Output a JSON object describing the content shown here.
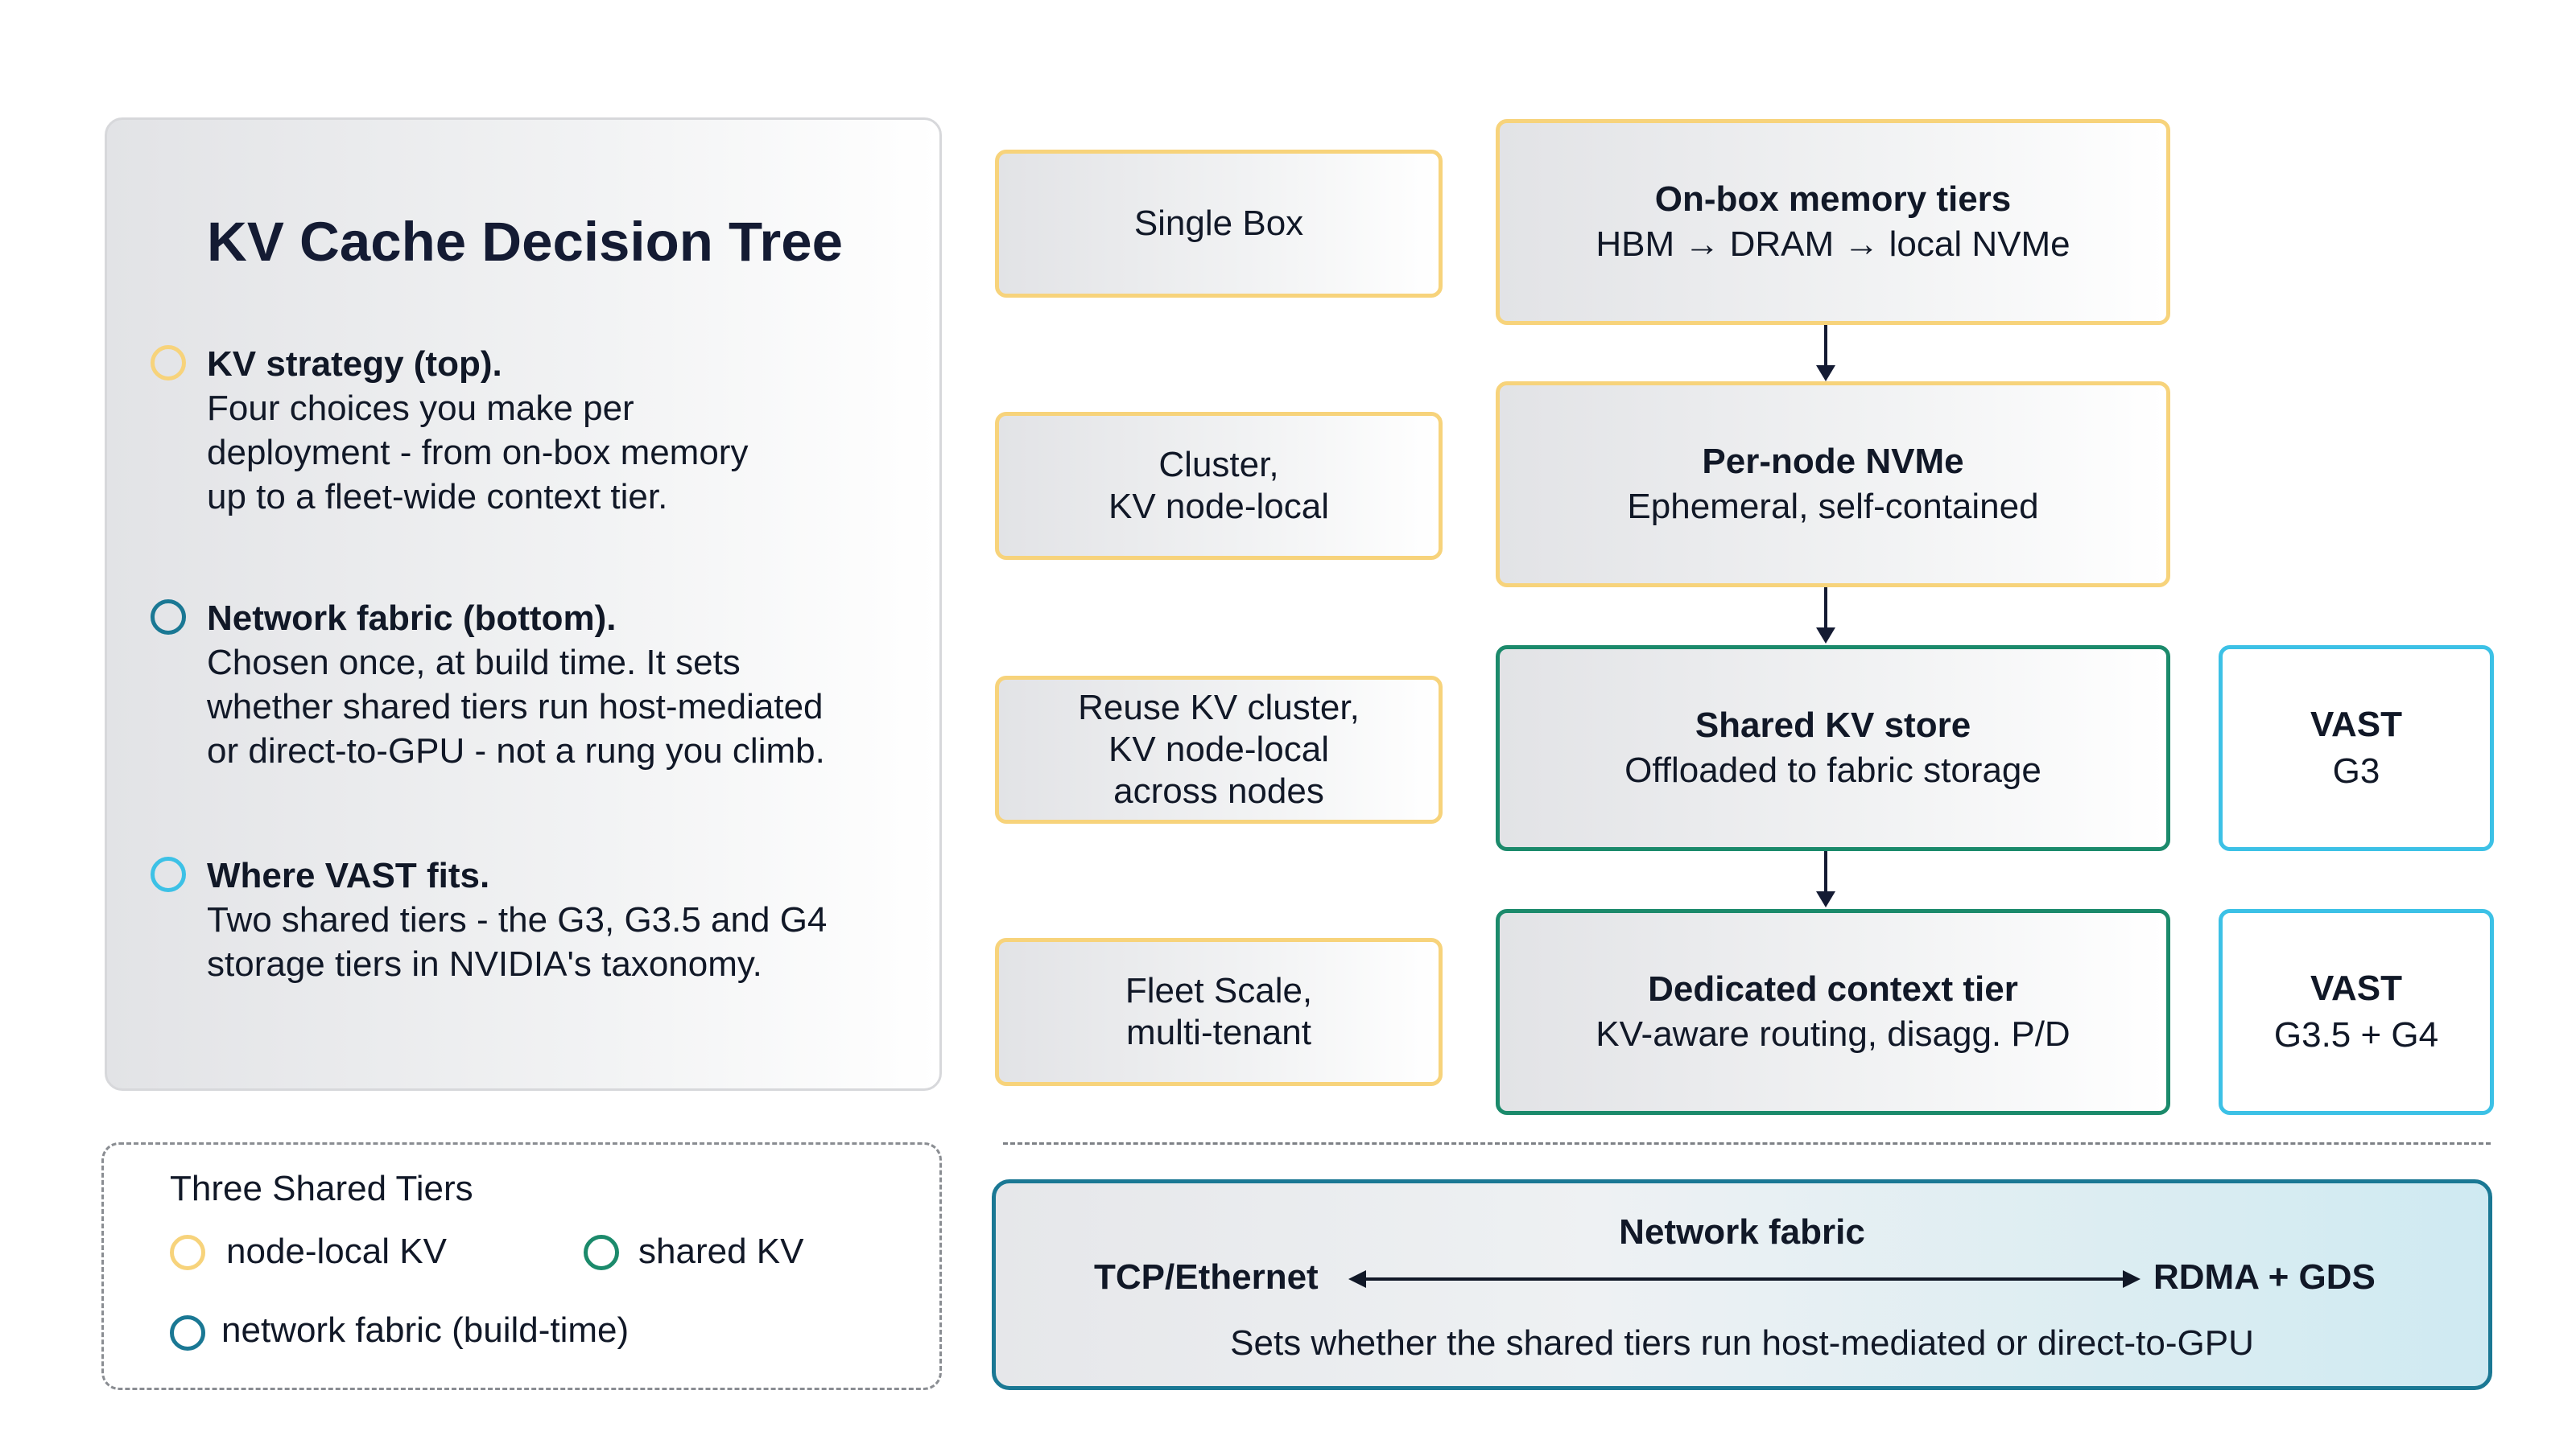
{
  "panel": {
    "title": "KV Cache Decision Tree",
    "items": [
      {
        "heading": "KV strategy (top).",
        "lines": [
          "Four choices you make per",
          "deployment - from on-box memory",
          "up to a fleet-wide context tier."
        ]
      },
      {
        "heading": "Network fabric (bottom).",
        "lines": [
          "Chosen once, at build time. It sets",
          "whether shared tiers run host-mediated",
          "or direct-to-GPU - not a rung you climb."
        ]
      },
      {
        "heading": "Where VAST fits.",
        "lines": [
          "Two shared tiers - the G3, G3.5 and G4",
          "storage tiers in NVIDIA's taxonomy."
        ]
      }
    ]
  },
  "legend": {
    "title": "Three Shared Tiers",
    "items": [
      "node-local KV",
      "shared KV",
      "network fabric (build-time)"
    ]
  },
  "scales": [
    "Single Box",
    "Cluster,\nKV node-local",
    "Reuse KV cluster,\nKV node-local\nacross nodes",
    "Fleet Scale,\nmulti-tenant"
  ],
  "tiers": [
    {
      "title": "On-box memory tiers",
      "subtitle": "HBM → DRAM → local NVMe"
    },
    {
      "title": "Per-node NVMe",
      "subtitle": "Ephemeral, self-contained"
    },
    {
      "title": "Shared KV store",
      "subtitle": "Offloaded to fabric storage"
    },
    {
      "title": "Dedicated context tier",
      "subtitle": "KV-aware routing, disagg. P/D"
    }
  ],
  "vast": [
    {
      "title": "VAST",
      "subtitle": "G3"
    },
    {
      "title": "VAST",
      "subtitle": "G3.5 + G4"
    }
  ],
  "fabric": {
    "title": "Network fabric",
    "left": "TCP/Ethernet",
    "right": "RDMA + GDS",
    "description": "Sets whether the shared tiers run host-mediated or direct-to-GPU"
  },
  "colors": {
    "yellow": "#f7d37b",
    "green": "#1b8a6b",
    "teal": "#1a7894",
    "cyan": "#3cc1e6",
    "navy": "#141b33"
  }
}
